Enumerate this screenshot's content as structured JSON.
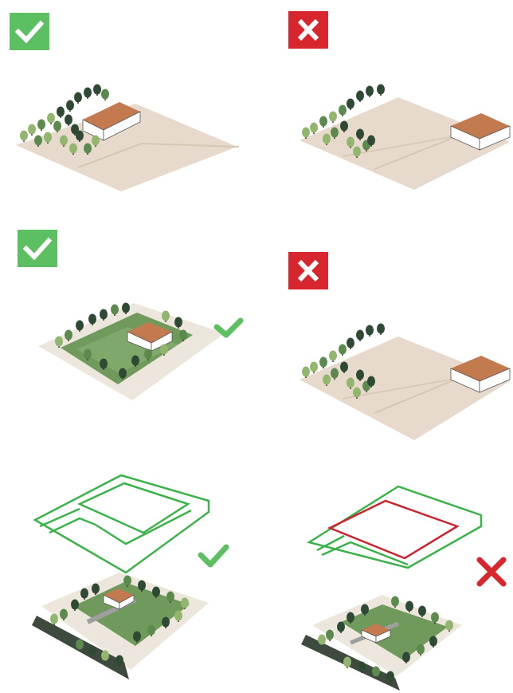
{
  "colors": {
    "approve": "#5cbf61",
    "reject": "#d8262f",
    "ground": "#e7d9cb",
    "ground_line": "#d7c6b4",
    "roof": "#c47a4f",
    "wall": "#ffffff",
    "lawn": "#6f9a5c",
    "lawn_light": "#9cbf85",
    "pad": "#ece6dc",
    "tree_dark": "#2f4a34",
    "tree_mid": "#5c8a4e",
    "tree_light": "#93b66f",
    "road": "#3f4a3f",
    "outline_green": "#3db24a",
    "outline_red": "#c8262f"
  },
  "panels": [
    {
      "id": "row1-left",
      "verdict": "approve"
    },
    {
      "id": "row1-right",
      "verdict": "reject"
    },
    {
      "id": "row2-left",
      "verdict": "approve"
    },
    {
      "id": "row2-right",
      "verdict": "reject"
    },
    {
      "id": "row3-left",
      "verdict": "approve"
    },
    {
      "id": "row3-right",
      "verdict": "reject"
    }
  ],
  "icons": {
    "approve_badge": "check-badge-icon",
    "reject_badge": "cross-badge-icon",
    "approve_mark": "check-mark-icon",
    "reject_mark": "cross-mark-icon"
  }
}
